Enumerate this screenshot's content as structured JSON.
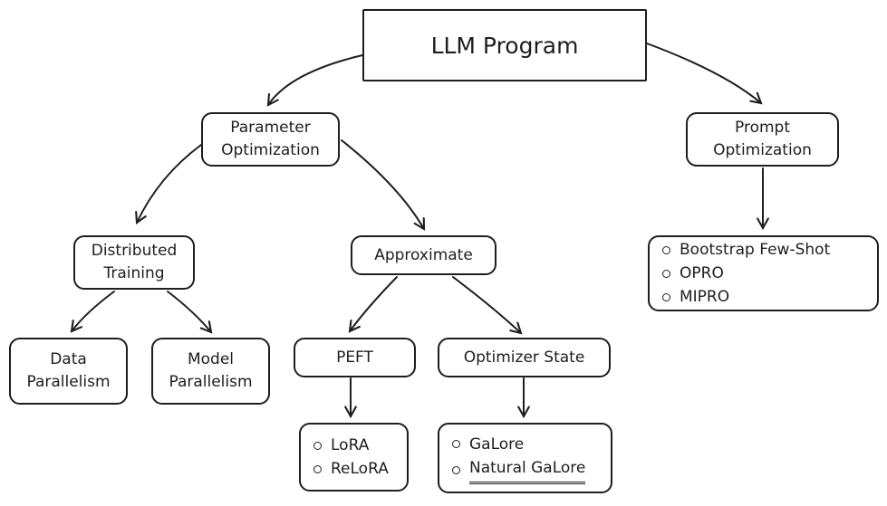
{
  "root": {
    "label": "LLM Program"
  },
  "parameter_optimization": {
    "line1": "Parameter",
    "line2": "Optimization"
  },
  "prompt_optimization": {
    "line1": "Prompt",
    "line2": "Optimization"
  },
  "distributed_training": {
    "line1": "Distributed",
    "line2": "Training"
  },
  "approximate": {
    "label": "Approximate"
  },
  "data_parallelism": {
    "line1": "Data",
    "line2": "Parallelism"
  },
  "model_parallelism": {
    "line1": "Model",
    "line2": "Parallelism"
  },
  "peft": {
    "label": "PEFT"
  },
  "optimizer_state": {
    "label": "Optimizer State"
  },
  "peft_methods": {
    "items": [
      "LoRA",
      "ReLoRA"
    ]
  },
  "optimizer_methods": {
    "items": [
      "GaLore",
      "Natural GaLore"
    ]
  },
  "prompt_methods": {
    "items": [
      "Bootstrap Few-Shot",
      "OPRO",
      "MIPRO"
    ]
  }
}
